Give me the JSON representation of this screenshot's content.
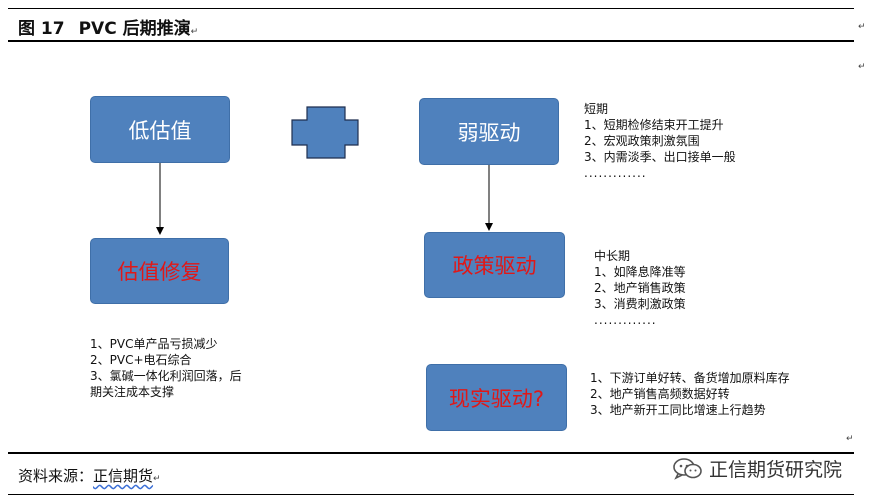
{
  "header": {
    "figure_no": "图 17",
    "title": "PVC 后期推演"
  },
  "boxes": {
    "low_valuation": "低估值",
    "weak_drive": "弱驱动",
    "valuation_repair": "估值修复",
    "policy_drive": "政策驱动",
    "reality_drive": "现实驱动?"
  },
  "short_term": {
    "heading": "短期",
    "items": [
      "1、短期检修结束开工提升",
      "2、宏观政策刺激氛围",
      "3、内需淡季、出口接单一般"
    ],
    "ellipsis": "............."
  },
  "mid_long_term": {
    "heading": "中长期",
    "items": [
      "1、如降息降准等",
      "2、地产销售政策",
      "3、消费刺激政策"
    ],
    "ellipsis": "............."
  },
  "valuation_notes": {
    "items": [
      "1、PVC单产品亏损减少",
      "2、PVC+电石综合",
      "3、氯碱一体化利润回落，后",
      "期关注成本支撑"
    ]
  },
  "reality_notes": {
    "items": [
      "1、下游订单好转、备货增加原料库存",
      "2、地产销售高频数据好转",
      "3、地产新开工同比增速上行趋势"
    ]
  },
  "footer": {
    "source_label": "资料来源：",
    "source_name": "正信期货",
    "watermark": "正信期货研究院"
  },
  "colors": {
    "box_fill": "#4f81bd",
    "red_text": "#e01818"
  },
  "icons": [
    "plus-shape-icon",
    "wechat-icon",
    "return-mark-icon"
  ]
}
